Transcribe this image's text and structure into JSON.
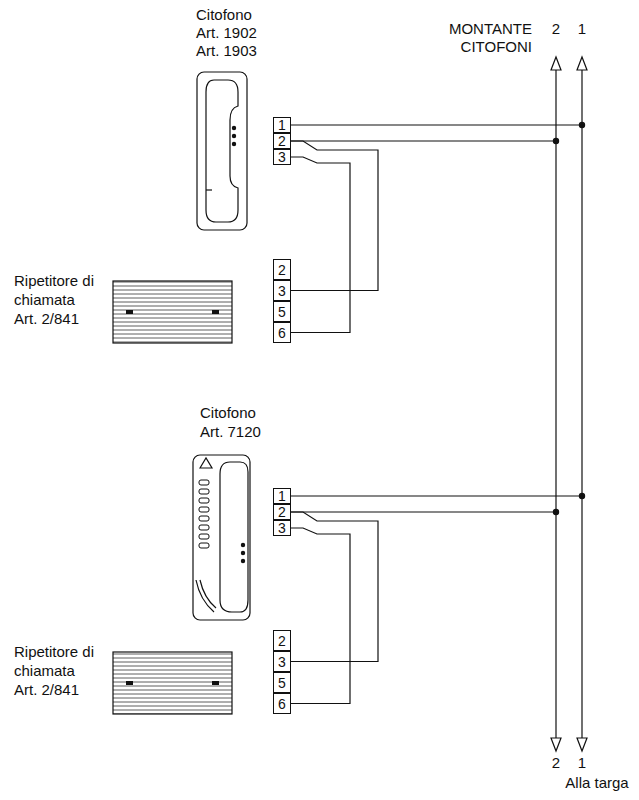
{
  "diagram": {
    "nodes": [
      {
        "text": [
          "1"
        ]
      },
      {
        "text": [
          "2"
        ]
      },
      {
        "text": [
          "3"
        ]
      },
      {
        "text": [
          "2"
        ]
      },
      {
        "text": [
          "3"
        ]
      },
      {
        "text": [
          "5"
        ]
      },
      {
        "text": [
          "6"
        ]
      },
      {
        "text": [
          "1"
        ]
      },
      {
        "text": [
          "2"
        ]
      },
      {
        "text": [
          "3"
        ]
      },
      {
        "text": [
          "2"
        ]
      },
      {
        "text": [
          "3"
        ]
      },
      {
        "text": [
          "5"
        ]
      },
      {
        "text": [
          "6"
        ]
      }
    ],
    "edges": [
      {
        "from": 1,
        "to": 4,
        "arrow": "none"
      },
      {
        "from": 2,
        "to": 6,
        "arrow": "none"
      },
      {
        "from": 8,
        "to": 11,
        "arrow": "none"
      },
      {
        "from": 9,
        "to": 13,
        "arrow": "none"
      }
    ],
    "labels": [
      "Citofono",
      "Art. 1902",
      "Art. 1903",
      "Ripetitore di",
      "chiamata",
      "Art. 2/841",
      "Citofono",
      "Art. 7120",
      "Ripetitore di",
      "chiamata",
      "Art. 2/841",
      "MONTANTE",
      "CITOFONI",
      "2",
      "1",
      "2",
      "1",
      "Alla targa"
    ]
  }
}
